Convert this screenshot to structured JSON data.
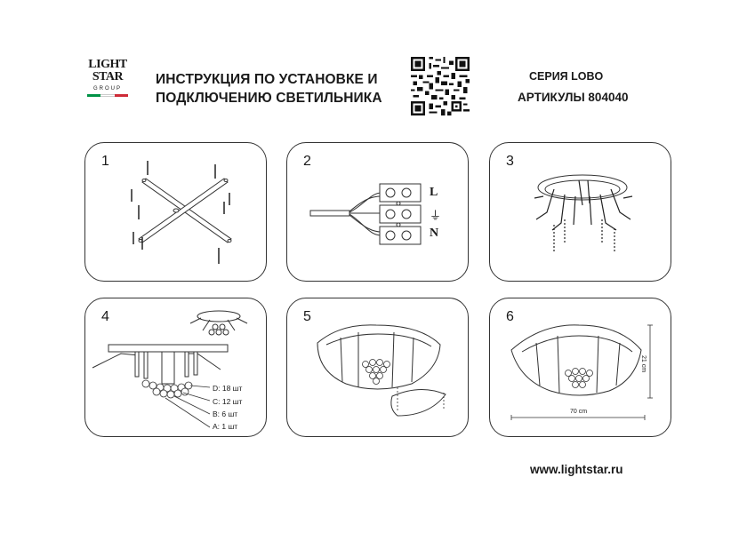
{
  "header": {
    "logo": {
      "line1": "LIGHT",
      "line2": "STAR",
      "line3": "GROUP",
      "flag_colors": [
        "#009246",
        "#ffffff",
        "#ce2b37"
      ]
    },
    "title_line1": "ИНСТРУКЦИЯ ПО УСТАНОВКЕ И",
    "title_line2": "ПОДКЛЮЧЕНИЮ СВЕТИЛЬНИКА",
    "series": "СЕРИЯ LOBO",
    "articles": "АРТИКУЛЫ 804040"
  },
  "steps": [
    {
      "number": "1"
    },
    {
      "number": "2",
      "terminal_labels": [
        "L",
        "⏚",
        "N"
      ]
    },
    {
      "number": "3"
    },
    {
      "number": "4",
      "crystal_legend": [
        "D: 18 шт",
        "C: 12 шт",
        "B: 6 шт",
        "A: 1 шт"
      ]
    },
    {
      "number": "5"
    },
    {
      "number": "6",
      "width_label": "70 cm",
      "height_label": "21 cm"
    }
  ],
  "footer": {
    "website": "www.lightstar.ru"
  }
}
